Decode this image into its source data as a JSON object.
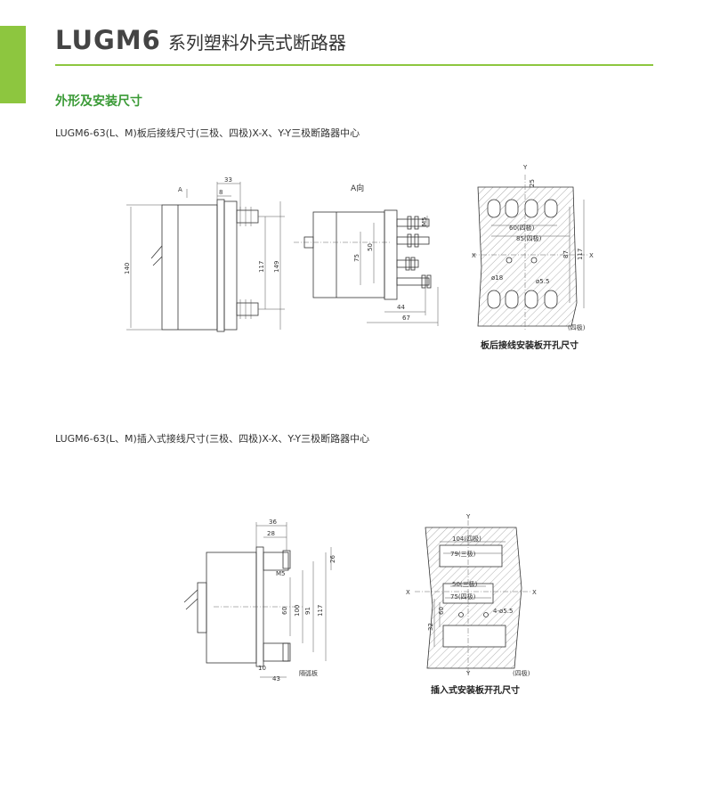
{
  "header": {
    "brand": "LUGM6",
    "title": "系列塑料外壳式断路器"
  },
  "section_title": "外形及安装尺寸",
  "caption1": "LUGM6-63(L、M)板后接线尺寸(三极、四极)X-X、Y-Y三极断路器中心",
  "caption2": "LUGM6-63(L、M)插入式接线尺寸(三极、四极)X-X、Y-Y三极断路器中心",
  "fig1": {
    "side_view": {
      "view_mark": "A",
      "dims": {
        "d33": "33",
        "d8": "8",
        "d140": "140",
        "d117": "117",
        "d149": "149"
      }
    },
    "front_view": {
      "title": "A向",
      "dims": {
        "m5": "M5",
        "d50": "50",
        "d75": "75",
        "d44": "44",
        "d67": "67"
      }
    },
    "panel": {
      "label": "板后接线安装板开孔尺寸",
      "x": "X",
      "y": "Y",
      "dims": {
        "d25": "25",
        "d60": "60(四极)",
        "d85": "85(四极)",
        "d18": "ø18",
        "d55": "ø5.5",
        "d87": "87",
        "d117": "117",
        "four_pole": "(四极)"
      }
    }
  },
  "fig2": {
    "side_view": {
      "dims": {
        "d36": "36",
        "d28": "28",
        "d26": "26",
        "m5": "M5",
        "d60": "60",
        "d100": "100",
        "d91": "91",
        "d117": "117",
        "d10": "10",
        "d43": "43",
        "plate": "隔弧板"
      }
    },
    "panel": {
      "label": "插入式安装板开孔尺寸",
      "x": "X",
      "y": "Y",
      "dims": {
        "d104": "104(四极)",
        "d79": "79(三极)",
        "d50": "50(三极)",
        "d75": "75(四极)",
        "d60": "60",
        "d32": "32",
        "d40": "4-ø5.5",
        "four_pole": "(四极)"
      }
    }
  }
}
